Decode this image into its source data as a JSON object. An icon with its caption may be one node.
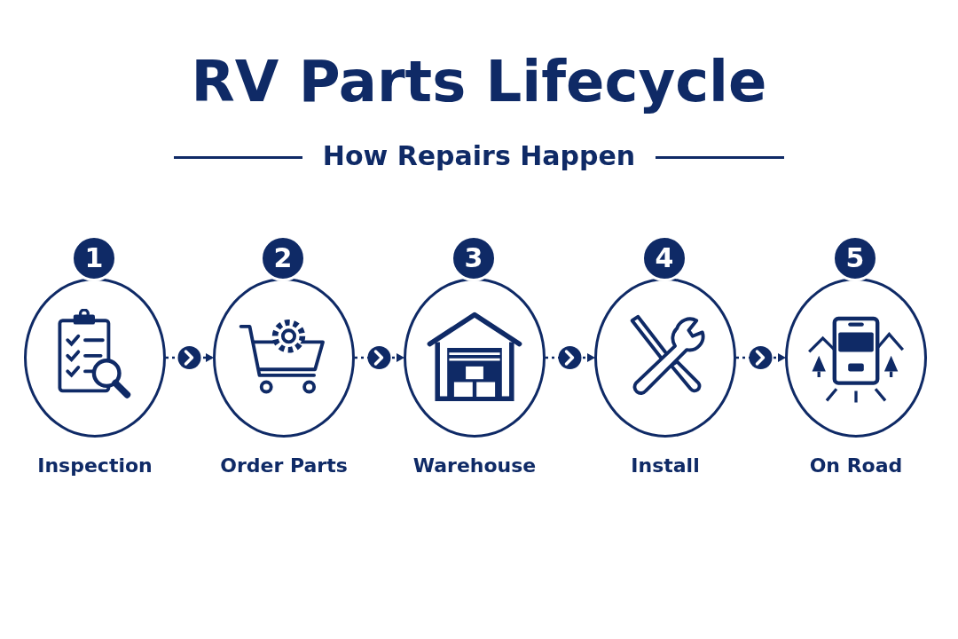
{
  "diagram": {
    "title": "RV Parts Lifecycle",
    "nodes": [
      {
        "text": [
          "1",
          "Inspection"
        ]
      },
      {
        "text": [
          "2",
          "Order Parts"
        ]
      },
      {
        "text": [
          "3",
          "Warehouse"
        ]
      },
      {
        "text": [
          "4",
          "Install"
        ]
      },
      {
        "text": [
          "5",
          "On Road"
        ]
      }
    ],
    "edges": [
      {
        "from": 0,
        "to": 1,
        "arrow": "to",
        "style": "dashed"
      },
      {
        "from": 1,
        "to": 2,
        "arrow": "to",
        "style": "dashed"
      },
      {
        "from": 2,
        "to": 3,
        "arrow": "to",
        "style": "dashed"
      },
      {
        "from": 3,
        "to": 4,
        "arrow": "to",
        "style": "dashed"
      }
    ],
    "labels": [
      "How Repairs Happen"
    ]
  }
}
